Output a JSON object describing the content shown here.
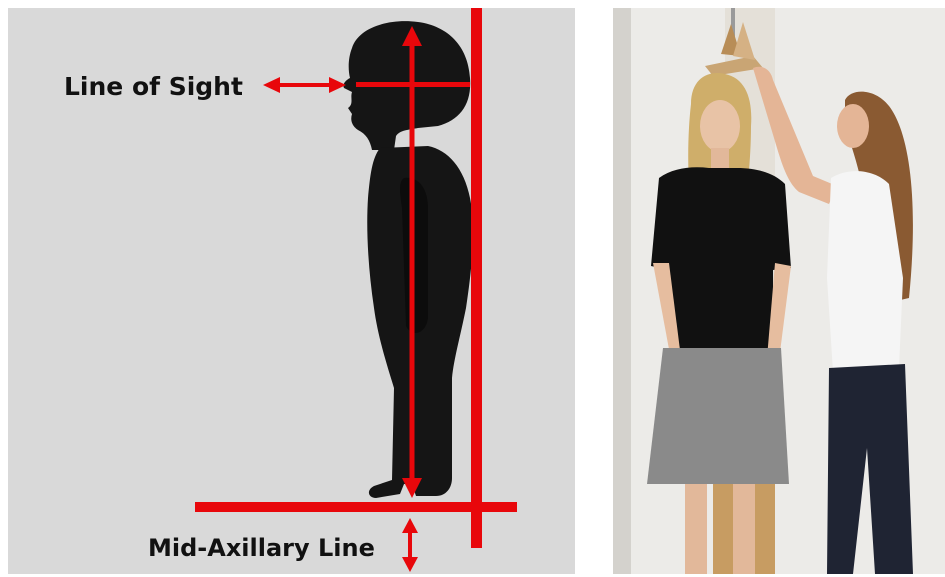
{
  "diagram": {
    "labels": {
      "line_of_sight": "Line of Sight",
      "mid_axillary_line": "Mid-Axillary Line"
    },
    "colors": {
      "background": "#d9d9d9",
      "silhouette": "#151515",
      "measurement_lines": "#e8070b"
    }
  },
  "photo": {
    "subjects": [
      "standing-woman-being-measured",
      "woman-holding-headboard"
    ],
    "colors": {
      "wall": "#ecebe8",
      "headboard": "#c9a574",
      "black-top": "#111111",
      "gray-skirt": "#8a8a8a",
      "white-top": "#f5f5f5",
      "navy-pants": "#1f2433"
    }
  }
}
